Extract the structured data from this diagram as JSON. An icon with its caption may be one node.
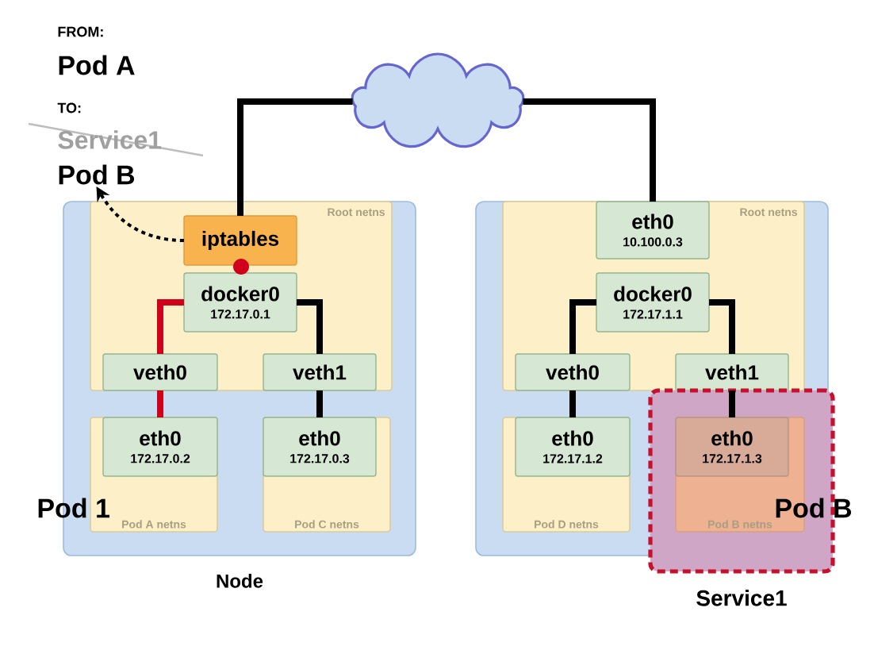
{
  "diagram": {
    "nodes": [
      {
        "text": [
          "Node"
        ]
      },
      {
        "text": [
          "Root netns"
        ],
        "in": 0
      },
      {
        "text": [
          "iptables"
        ],
        "in": 1
      },
      {
        "text": [
          "docker0",
          "172.17.0.1"
        ],
        "in": 1
      },
      {
        "text": [
          "veth0"
        ],
        "in": 1
      },
      {
        "text": [
          "veth1"
        ],
        "in": 1
      },
      {
        "text": [
          "Pod A netns"
        ],
        "in": 0
      },
      {
        "text": [
          "eth0",
          "172.17.0.2"
        ],
        "in": 6
      },
      {
        "text": [
          "Pod C netns"
        ],
        "in": 0
      },
      {
        "text": [
          "eth0",
          "172.17.0.3"
        ],
        "in": 8
      },
      {
        "text": [],
        "shape": "cloud"
      },
      {
        "text": [],
        "shape": "box"
      },
      {
        "text": [
          "Root netns"
        ],
        "in": 11
      },
      {
        "text": [
          "eth0",
          "10.100.0.3"
        ],
        "in": 12
      },
      {
        "text": [
          "docker0",
          "172.17.1.1"
        ],
        "in": 12
      },
      {
        "text": [
          "veth0"
        ],
        "in": 12
      },
      {
        "text": [
          "veth1"
        ],
        "in": 12
      },
      {
        "text": [
          "Pod D netns"
        ],
        "in": 11
      },
      {
        "text": [
          "eth0",
          "172.17.1.2"
        ],
        "in": 17
      },
      {
        "text": [
          "Service1"
        ]
      },
      {
        "text": [
          "Pod B netns"
        ],
        "in": 19
      },
      {
        "text": [
          "eth0",
          "172.17.1.3"
        ],
        "in": 20
      },
      {
        "text": [
          "Pod B"
        ]
      }
    ],
    "edges": [
      {
        "from": 10,
        "to": 2,
        "arrow": "none"
      },
      {
        "from": 10,
        "to": 13,
        "arrow": "none"
      },
      {
        "from": 3,
        "to": 4,
        "arrow": "none",
        "color": "#d0021b"
      },
      {
        "from": 3,
        "to": 5,
        "arrow": "none"
      },
      {
        "from": 4,
        "to": 7,
        "arrow": "none",
        "color": "#d0021b"
      },
      {
        "from": 5,
        "to": 9,
        "arrow": "none"
      },
      {
        "from": 14,
        "to": 15,
        "arrow": "none"
      },
      {
        "from": 14,
        "to": 16,
        "arrow": "none"
      },
      {
        "from": 15,
        "to": 18,
        "arrow": "none"
      },
      {
        "from": 16,
        "to": 21,
        "arrow": "none"
      },
      {
        "from": 2,
        "to": 22,
        "arrow": "to",
        "style": "dashed"
      }
    ],
    "labels": [
      "FROM:",
      "Pod A",
      "TO:",
      "Service1",
      "Pod 1",
      "Pod B"
    ]
  }
}
